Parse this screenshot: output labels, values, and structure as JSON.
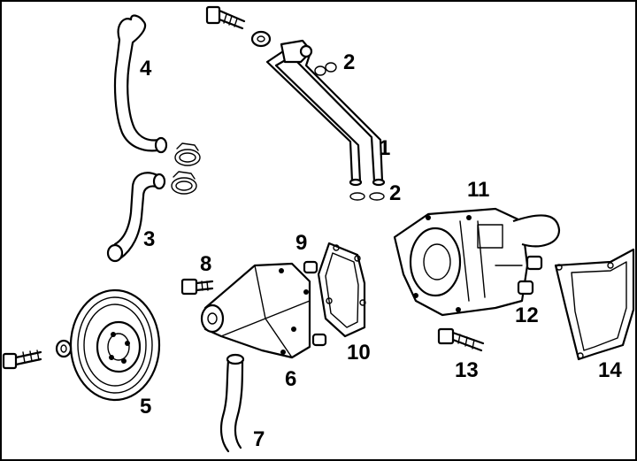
{
  "callouts": [
    {
      "id": "1",
      "label": "1"
    },
    {
      "id": "2a",
      "label": "2"
    },
    {
      "id": "2b",
      "label": "2"
    },
    {
      "id": "3",
      "label": "3"
    },
    {
      "id": "4",
      "label": "4"
    },
    {
      "id": "5",
      "label": "5"
    },
    {
      "id": "6",
      "label": "6"
    },
    {
      "id": "7",
      "label": "7"
    },
    {
      "id": "8",
      "label": "8"
    },
    {
      "id": "9",
      "label": "9"
    },
    {
      "id": "10",
      "label": "10"
    },
    {
      "id": "11",
      "label": "11"
    },
    {
      "id": "12",
      "label": "12"
    },
    {
      "id": "13",
      "label": "13"
    },
    {
      "id": "14",
      "label": "14"
    }
  ]
}
